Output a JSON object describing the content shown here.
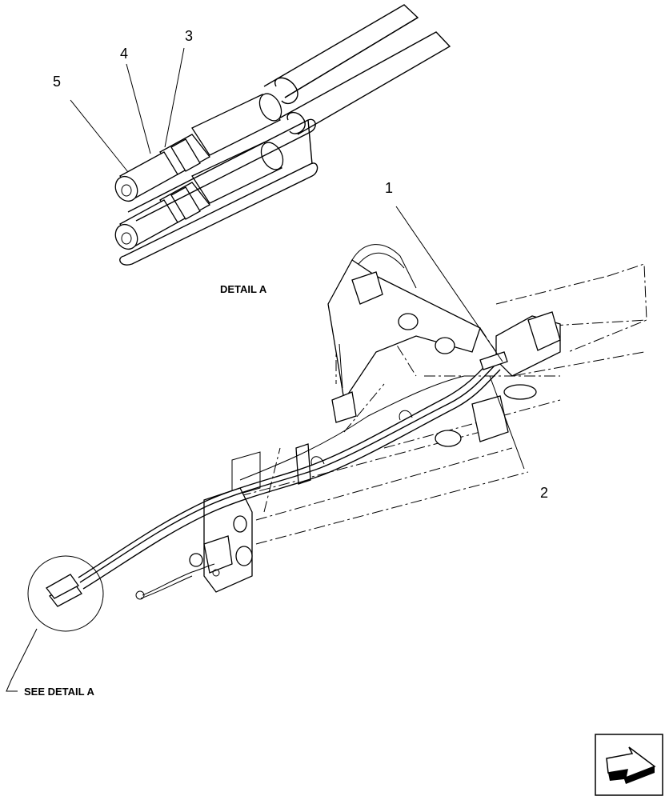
{
  "callouts": {
    "c1": "1",
    "c2": "2",
    "c3": "3",
    "c4": "4",
    "c5": "5"
  },
  "captions": {
    "detail_title": "DETAIL  A",
    "see_detail": "SEE DETAIL  A"
  },
  "icons": {
    "nav": "next-page-arrow-icon"
  },
  "colors": {
    "line": "#000000",
    "background": "#ffffff"
  }
}
